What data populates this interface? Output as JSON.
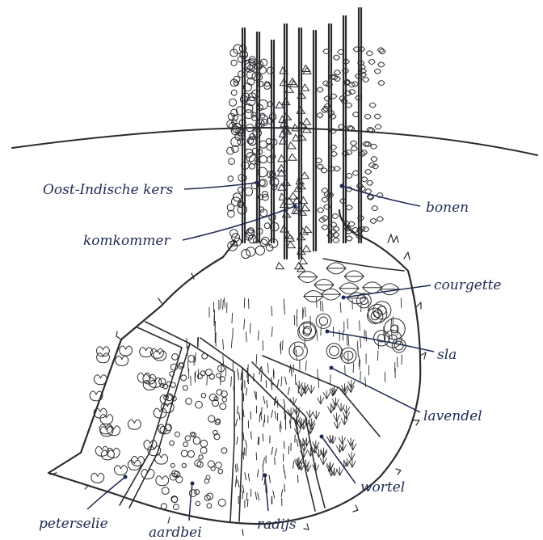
{
  "colors": {
    "ink": "#2b2b30",
    "label_ink": "#1f2a52",
    "paper": "#ffffff"
  },
  "labels": {
    "oost_indische_kers": "Oost-Indische kers",
    "komkommer": "komkommer",
    "bonen": "bonen",
    "courgette": "courgette",
    "sla": "sla",
    "lavendel": "lavendel",
    "wortel": "wortel",
    "radijs": "radijs",
    "aardbei": "aardbei",
    "peterselie": "peterselie"
  }
}
